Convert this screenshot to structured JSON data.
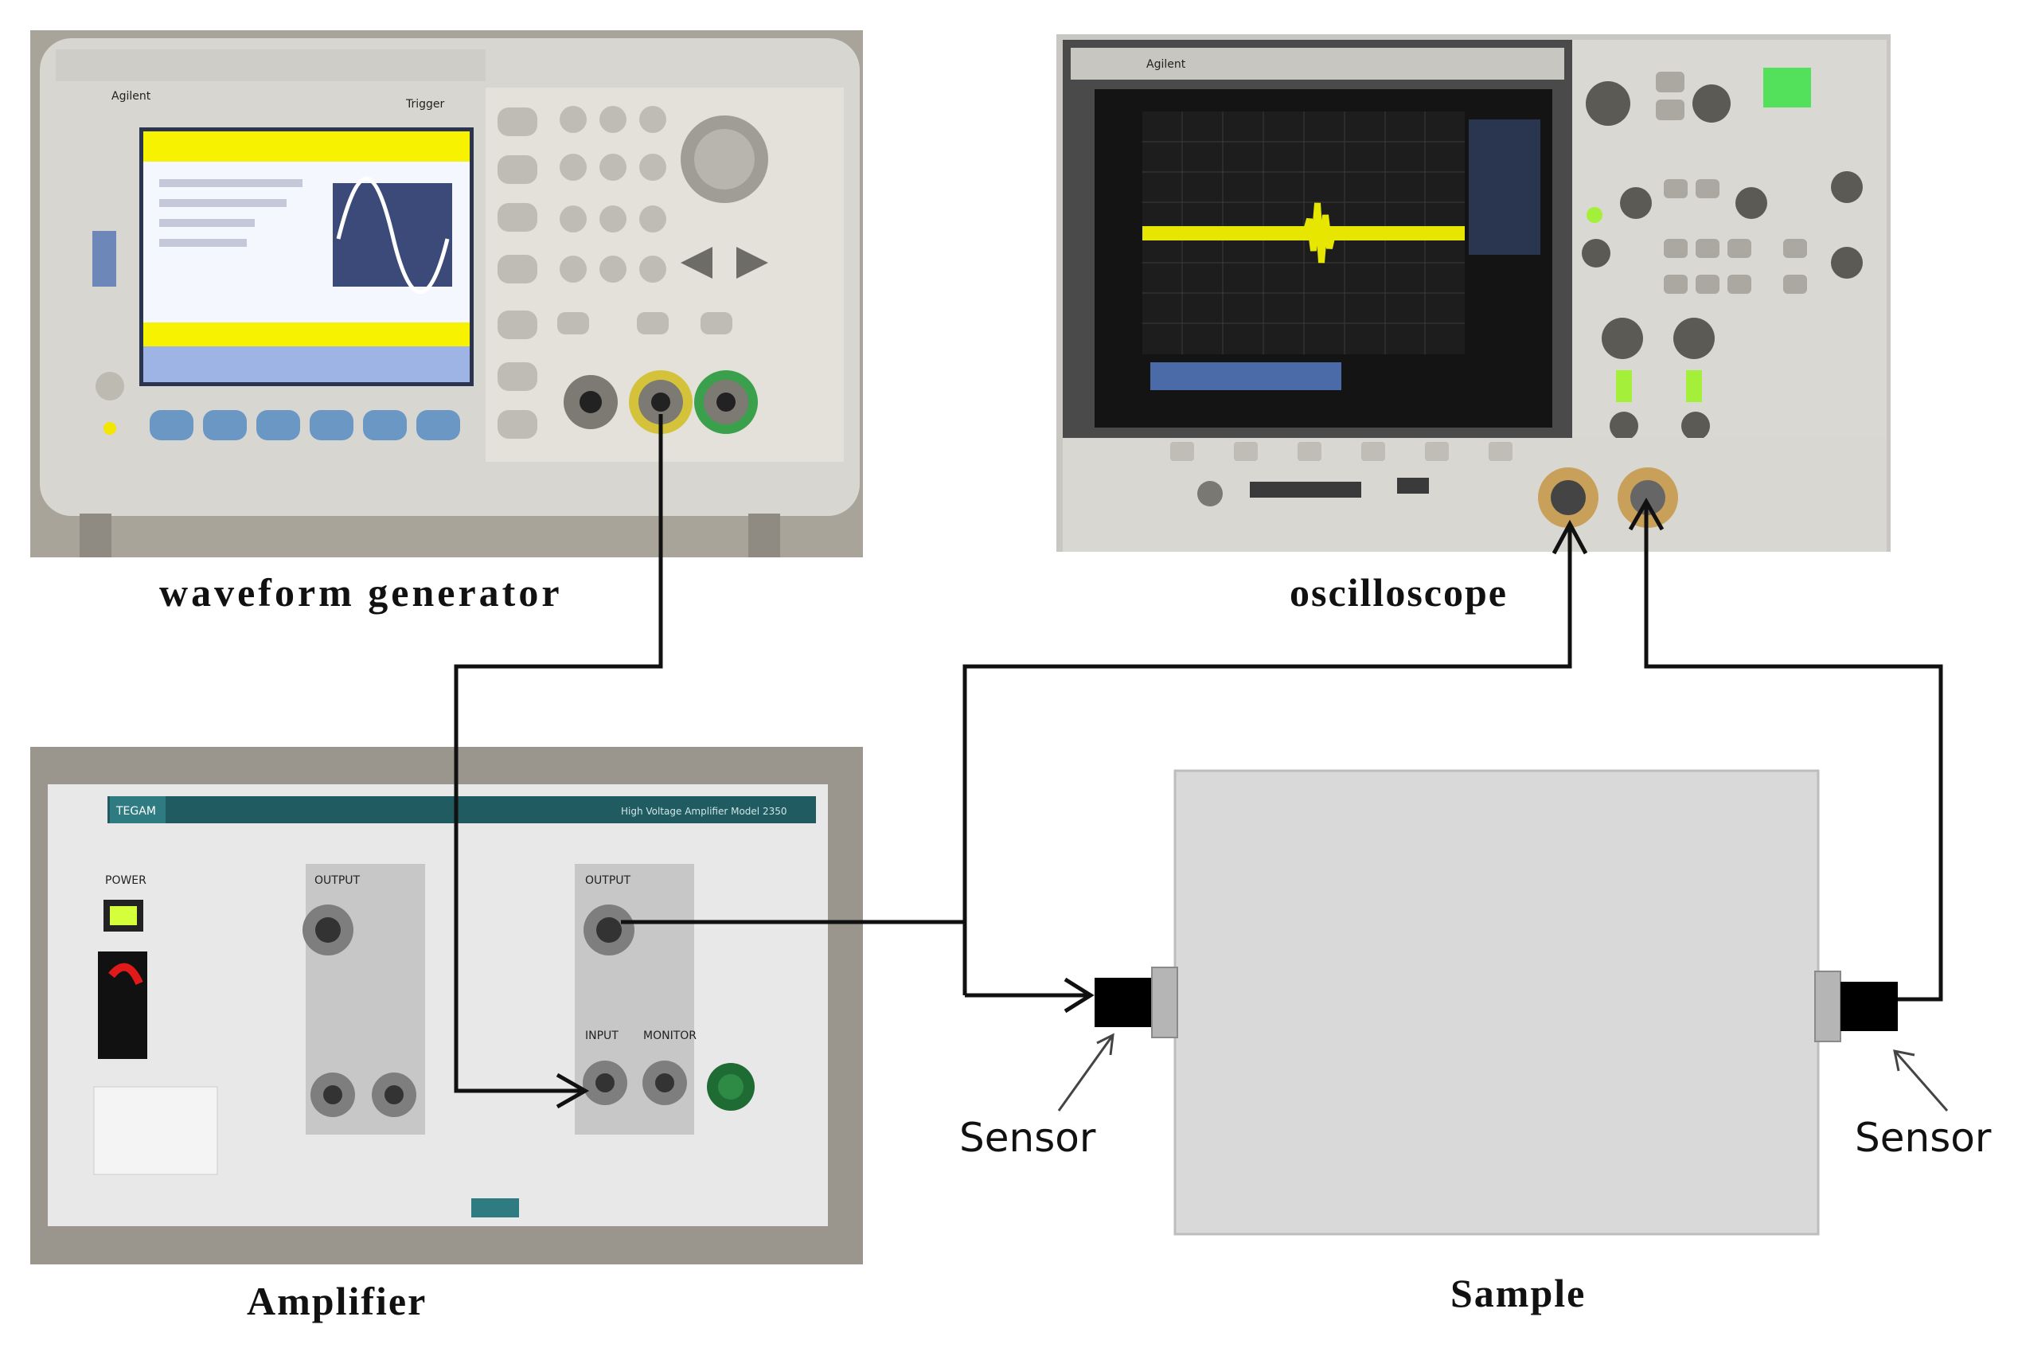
{
  "labels": {
    "waveform_generator": "waveform generator",
    "oscilloscope": "oscilloscope",
    "amplifier": "Amplifier",
    "sample": "Sample",
    "sensor_left": "Sensor",
    "sensor_right": "Sensor"
  },
  "devices": {
    "generator_brand": "Agilent",
    "generator_key": "Trigger",
    "amplifier_brand": "TEGAM",
    "amplifier_model": "High Voltage Amplifier  Model 2350",
    "amplifier_power": "POWER",
    "amplifier_output_1": "OUTPUT",
    "amplifier_output_2": "OUTPUT",
    "amplifier_input": "INPUT",
    "amplifier_monitor": "MONITOR",
    "scope_brand": "Agilent"
  },
  "colors": {
    "wire": "#111111",
    "sample_fill": "#d9d9d9",
    "trace": "#e6e600",
    "gen_screen": "#f6f200",
    "amp_panel": "#e8e8e8",
    "amp_header": "#1f5b60"
  }
}
